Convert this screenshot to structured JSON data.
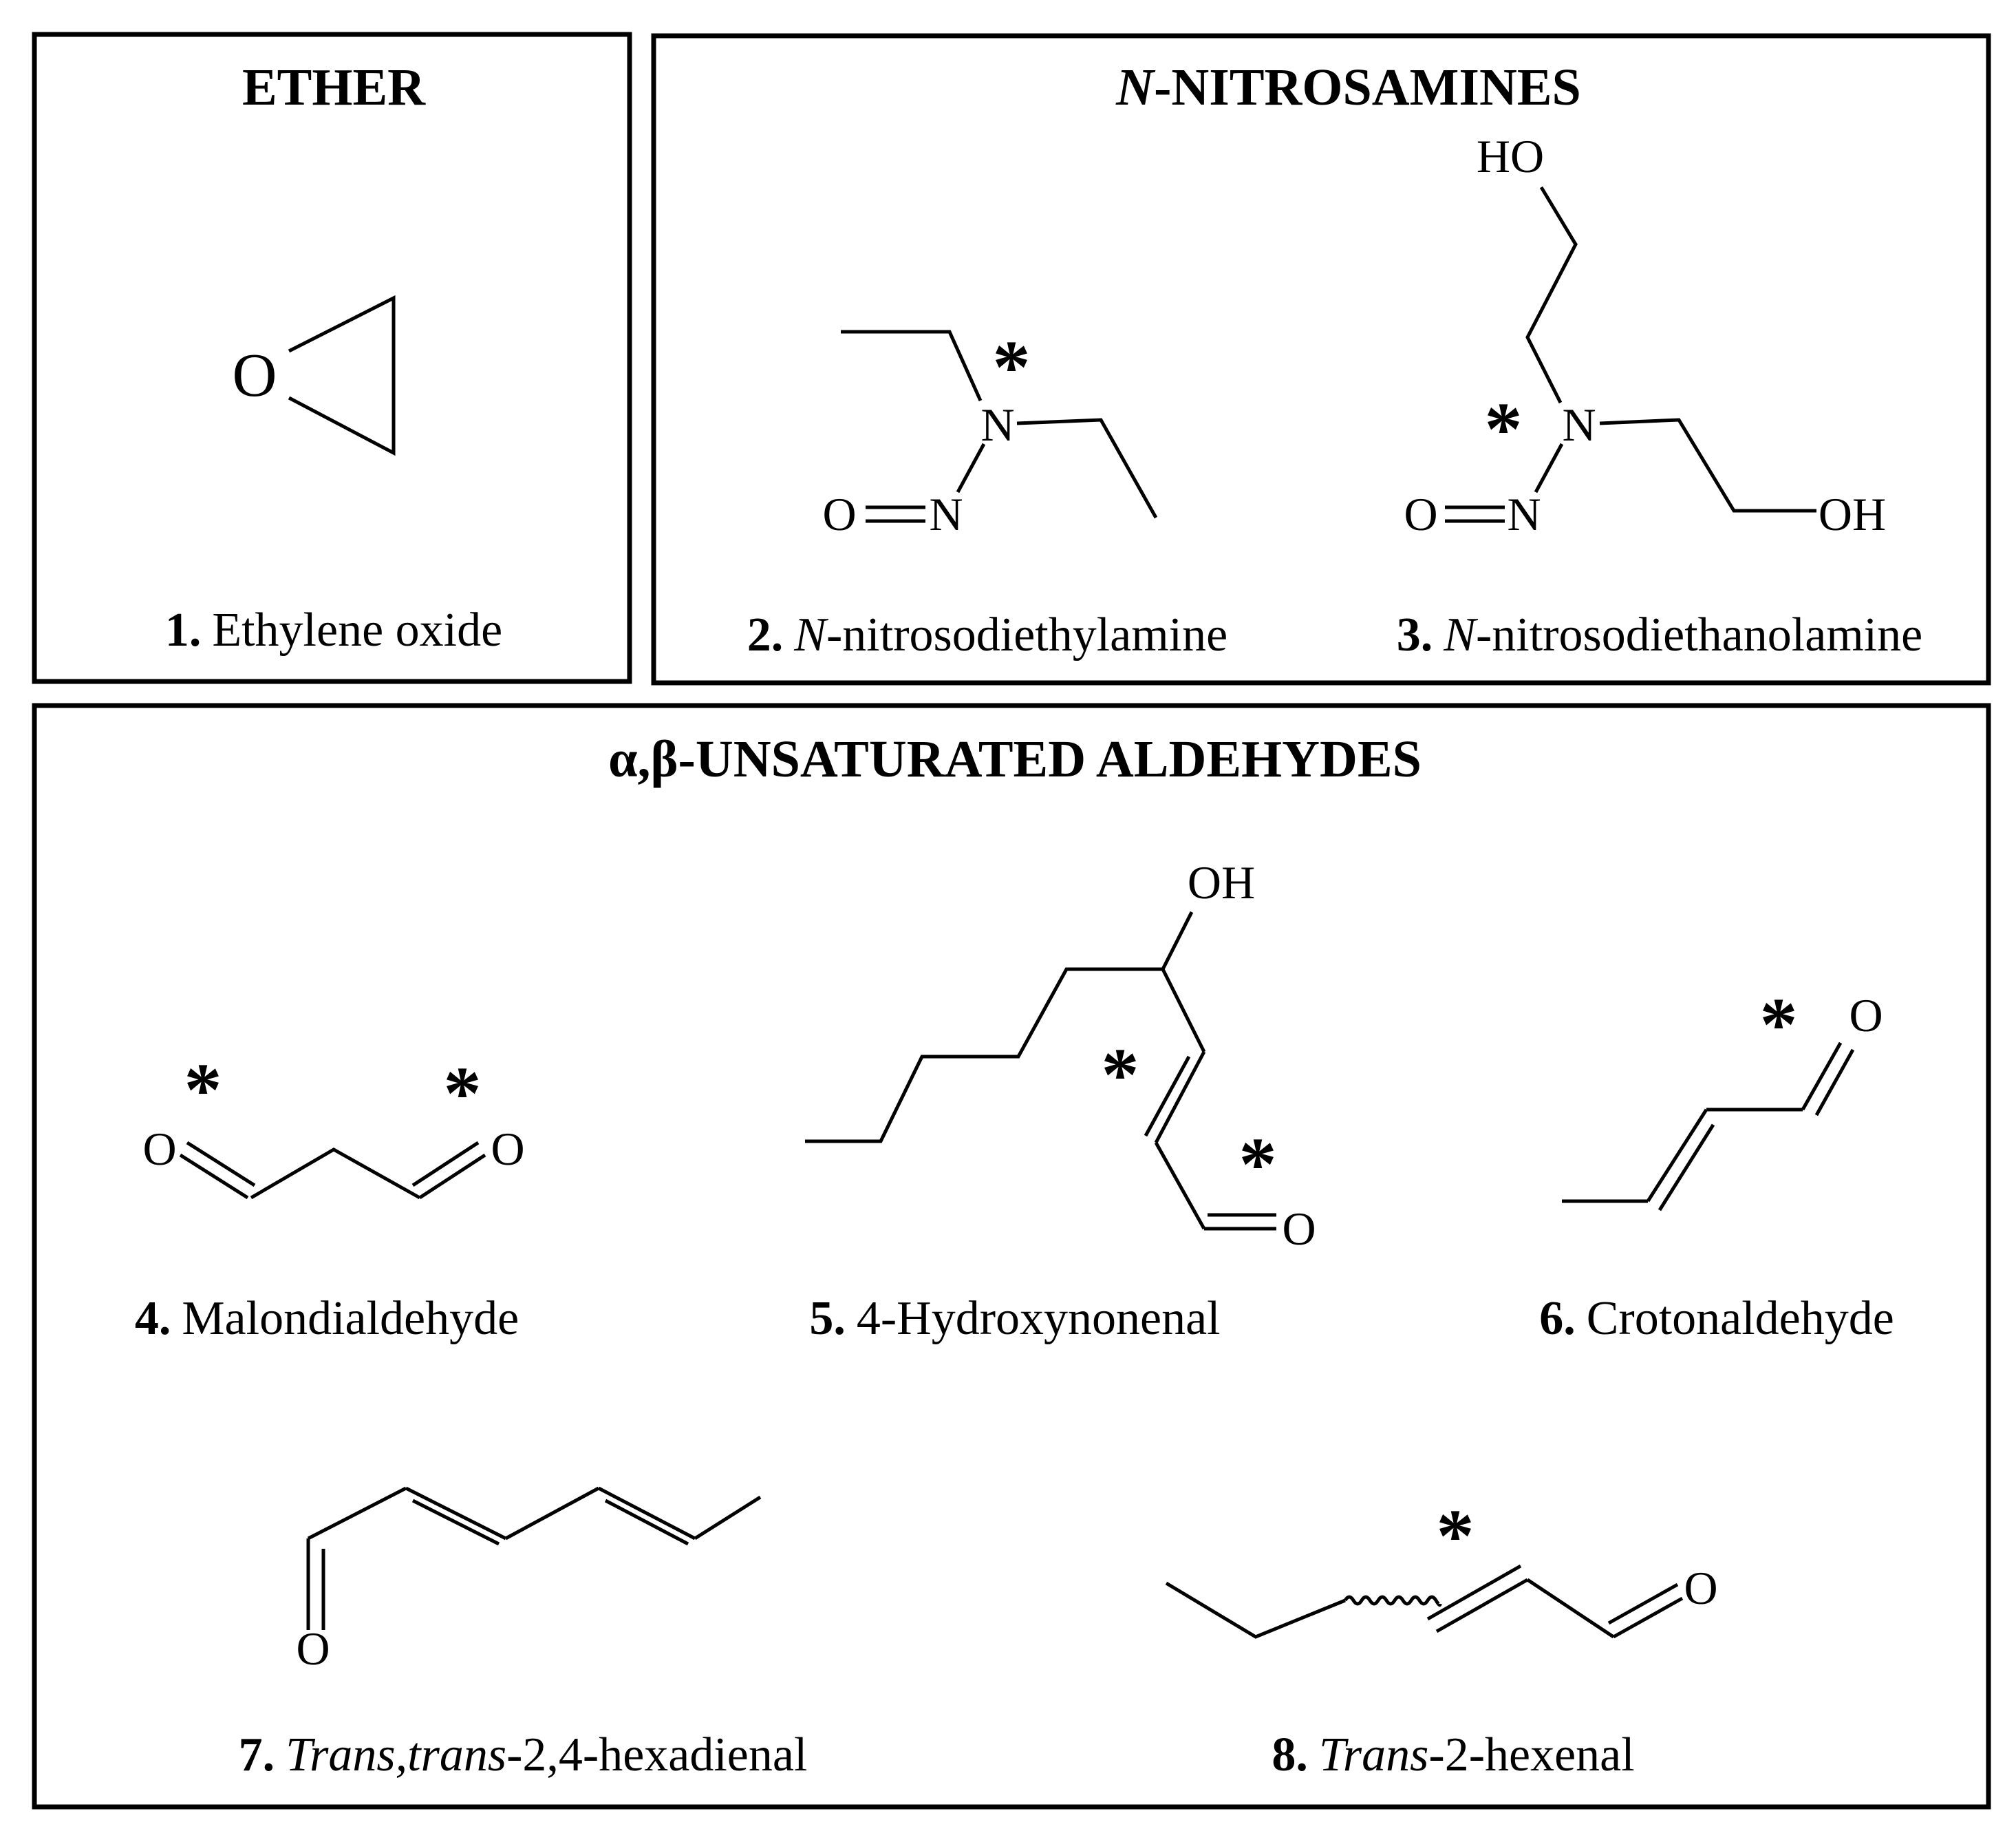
{
  "panels": {
    "ether": {
      "title": "ETHER"
    },
    "nitrosamines": {
      "title_prefix": "N",
      "title_rest": "-NITROSAMINES"
    },
    "aldehydes": {
      "title": "α,β-UNSATURATED ALDEHYDES"
    }
  },
  "atoms": {
    "O": "O",
    "N": "N",
    "OH": "OH",
    "HO": "HO",
    "star": "*"
  },
  "compounds": [
    {
      "number": "1.",
      "name": "Ethylene oxide"
    },
    {
      "number": "2.",
      "italic": "N",
      "name": "-nitrosodiethylamine"
    },
    {
      "number": "3.",
      "italic": "N",
      "name": "-nitrosodiethanolamine"
    },
    {
      "number": "4.",
      "name": "Malondialdehyde"
    },
    {
      "number": "5.",
      "name": "4-Hydroxynonenal"
    },
    {
      "number": "6.",
      "name": "Crotonaldehyde"
    },
    {
      "number": "7.",
      "italic": "Trans,trans",
      "name": "-2,4-hexadienal"
    },
    {
      "number": "8.",
      "italic": "Trans",
      "name": "-2-hexenal"
    }
  ]
}
